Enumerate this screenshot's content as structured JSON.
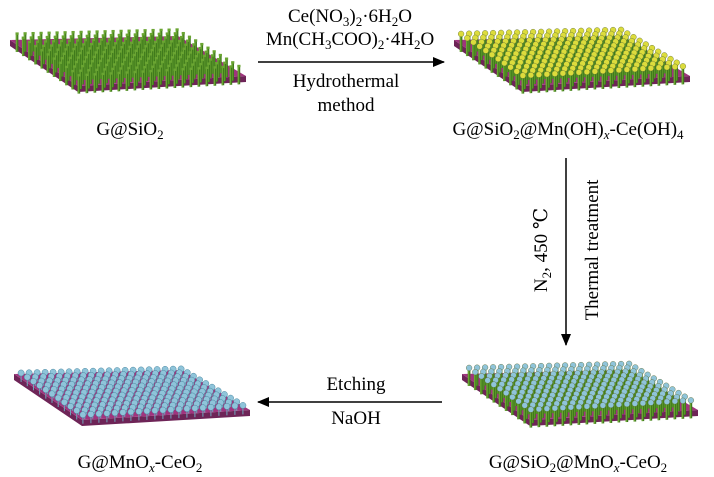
{
  "colors": {
    "substrate": "#a0347e",
    "substrate_dark": "#6e2457",
    "rod_green": "#6aa532",
    "rod_green_dark": "#3f7a1c",
    "yellow_ball": "#dcdc3c",
    "blue_ball": "#8fc4da",
    "arrow": "#000000"
  },
  "samples": [
    {
      "label_parts": [
        {
          "t": "G@SiO"
        },
        {
          "t": "2",
          "sub": true
        }
      ],
      "style": "rods"
    },
    {
      "label_parts": [
        {
          "t": "G@SiO"
        },
        {
          "t": "2",
          "sub": true
        },
        {
          "t": "@Mn(OH)"
        },
        {
          "t": "x",
          "sub": true,
          "italic": true
        },
        {
          "t": "-Ce(OH)"
        },
        {
          "t": "4",
          "sub": true
        }
      ],
      "style": "rods-yellow"
    },
    {
      "label_parts": [
        {
          "t": "G@SiO"
        },
        {
          "t": "2",
          "sub": true
        },
        {
          "t": "@MnO"
        },
        {
          "t": "x",
          "sub": true,
          "italic": true
        },
        {
          "t": "-CeO"
        },
        {
          "t": "2",
          "sub": true
        }
      ],
      "style": "rods-blue"
    },
    {
      "label_parts": [
        {
          "t": "G@MnO"
        },
        {
          "t": "x",
          "sub": true,
          "italic": true
        },
        {
          "t": "-CeO"
        },
        {
          "t": "2",
          "sub": true
        }
      ],
      "style": "balls-blue"
    }
  ],
  "steps": [
    {
      "label_above_1": [
        {
          "t": "Ce(NO"
        },
        {
          "t": "3",
          "sub": true
        },
        {
          "t": ")"
        },
        {
          "t": "2",
          "sub": true
        },
        {
          "t": "·6H"
        },
        {
          "t": "2",
          "sub": true
        },
        {
          "t": "O"
        }
      ],
      "label_above_2": [
        {
          "t": "Mn(CH"
        },
        {
          "t": "3",
          "sub": true
        },
        {
          "t": "COO)"
        },
        {
          "t": "2",
          "sub": true
        },
        {
          "t": "·4H"
        },
        {
          "t": "2",
          "sub": true
        },
        {
          "t": "O"
        }
      ],
      "label_below_1": "Hydrothermal",
      "label_below_2": "method"
    },
    {
      "label_left": [
        {
          "t": "N"
        },
        {
          "t": "2",
          "sub": true
        },
        {
          "t": ", 450 ℃"
        }
      ],
      "label_right": "Thermal treatment"
    },
    {
      "label_above": "Etching",
      "label_below": "NaOH"
    }
  ]
}
